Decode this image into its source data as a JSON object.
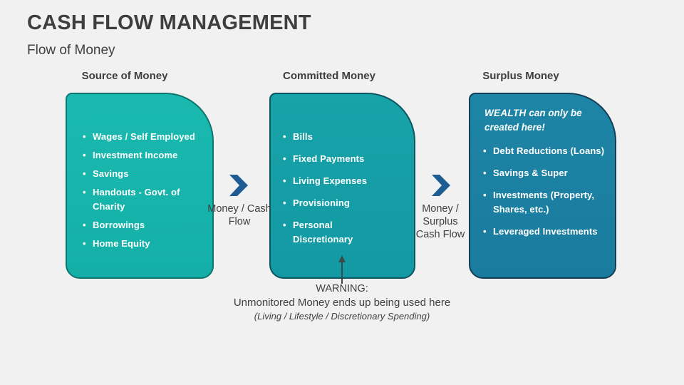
{
  "slide": {
    "title": "CASH FLOW MANAGEMENT",
    "subtitle": "Flow of Money"
  },
  "columns": [
    {
      "header": "Source of Money",
      "fill": "#15B2A9",
      "border": "#11746E",
      "items": [
        "Wages / Self Employed",
        "Investment Income",
        "Savings",
        "Handouts - Govt. of Charity",
        "Borrowings",
        "Home Equity"
      ]
    },
    {
      "header": "Committed Money",
      "fill": "#149DA6",
      "border": "#0D5660",
      "items": [
        "Bills",
        "Fixed Payments",
        "Living Expenses",
        "Provisioning",
        "Personal Discretionary"
      ]
    },
    {
      "header": "Surplus Money",
      "fill": "#1C80A2",
      "border": "#143F56",
      "note_emphasis": "WEALTH",
      "note_text": "can only be created here!",
      "items": [
        "Debt Reductions (Loans)",
        "Savings & Super",
        "Investments (Property, Shares, etc.)",
        "Leveraged Investments"
      ]
    }
  ],
  "arrows": [
    {
      "label": "Money / Cash Flow"
    },
    {
      "label": "Money / Surplus Cash Flow"
    }
  ],
  "warning": {
    "line1": "WARNING:",
    "line2": "Unmonitored Money ends up being used here",
    "line3": "(Living / Lifestyle / Discretionary Spending)"
  },
  "colors": {
    "background": "#F1F1F1",
    "heading_text": "#3E3E3E",
    "body_text": "#404040",
    "box_text": "#FFFFFF",
    "chevron": "#1D5D94",
    "warning_arrow": "#3A4A4C"
  }
}
